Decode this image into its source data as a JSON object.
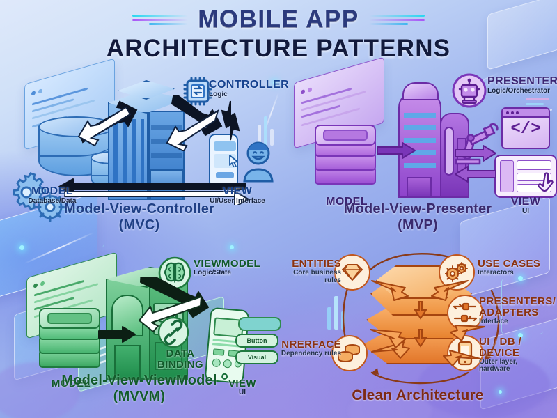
{
  "title": {
    "line1": "MOBILE APP",
    "line2": "ARCHITECTURE PATTERNS"
  },
  "colors": {
    "mvc_accent": "#2f7fd6",
    "mvp_accent": "#b45fd8",
    "mvvm_accent": "#3aa85a",
    "clean_accent": "#f08b33",
    "title_line1": "#2b3a7d",
    "title_line2": "#121a3c",
    "bg_light": "#dfe9fa",
    "bg_dark": "#a594e4"
  },
  "patterns": [
    {
      "id": "mvc",
      "title_line1": "Model-View-Controller",
      "title_line2": "(MVC)",
      "theme": "blue",
      "nodes": [
        {
          "name": "model",
          "label": "MODEL",
          "sub": "Database/Data"
        },
        {
          "name": "controller",
          "label": "CONTROLLER",
          "sub": "Logic"
        },
        {
          "name": "view",
          "label": "VIEW",
          "sub": "UI/User Interface"
        }
      ]
    },
    {
      "id": "mvp",
      "title_line1": "Model-View-Presenter",
      "title_line2": "(MVP)",
      "theme": "purple",
      "nodes": [
        {
          "name": "model",
          "label": "MODEL",
          "sub": ""
        },
        {
          "name": "presenter",
          "label": "PRESENTER",
          "sub": "Logic/Orchestrator"
        },
        {
          "name": "view",
          "label": "VIEW",
          "sub": "UI"
        }
      ]
    },
    {
      "id": "mvvm",
      "title_line1": "Model-View-ViewModel",
      "title_line2": "(MVVM)",
      "theme": "green",
      "nodes": [
        {
          "name": "model",
          "label": "MODEL",
          "sub": ""
        },
        {
          "name": "viewmodel",
          "label": "VIEWMODEL",
          "sub": "Logic/State"
        },
        {
          "name": "data-binding",
          "label": "DATA\nBINDING",
          "sub": ""
        },
        {
          "name": "view",
          "label": "VIEW",
          "sub": "UI"
        }
      ],
      "view_pills": [
        "Button",
        "Visual"
      ]
    },
    {
      "id": "clean",
      "title_line1": "Clean Architecture",
      "title_line2": "",
      "theme": "orange",
      "nodes": [
        {
          "name": "entities",
          "label": "ENTITIES",
          "sub": "Core business rules"
        },
        {
          "name": "use-cases",
          "label": "USE CASES",
          "sub": "Interactors"
        },
        {
          "name": "presenters",
          "label": "PRESENTERS/\nADAPTERS",
          "sub": "Interface"
        },
        {
          "name": "device",
          "label": "UI / DB /\nDEVICE",
          "sub": "Outer layer,\nhardware"
        },
        {
          "name": "interface",
          "label": "NRERFACE",
          "sub": "Dependency rules"
        }
      ]
    }
  ],
  "icons": {
    "controller": "cpu-chip-icon",
    "presenter": "robot-icon",
    "viewmodel": "brain-icon",
    "data_binding": "chain-link-icon",
    "entities": "diamond-icon",
    "use_cases": "gears-icon",
    "presenters_adapters": "adapter-arrows-icon",
    "device": "smartphone-icon",
    "interface": "coins-icon",
    "code_window": "code-brackets-icon",
    "robot_arm": "robotic-arm-icon",
    "user": "user-avatar-icon",
    "gears_model": "gears-icon",
    "cursor": "cursor-arrow-icon",
    "hand": "hand-pointer-icon"
  }
}
